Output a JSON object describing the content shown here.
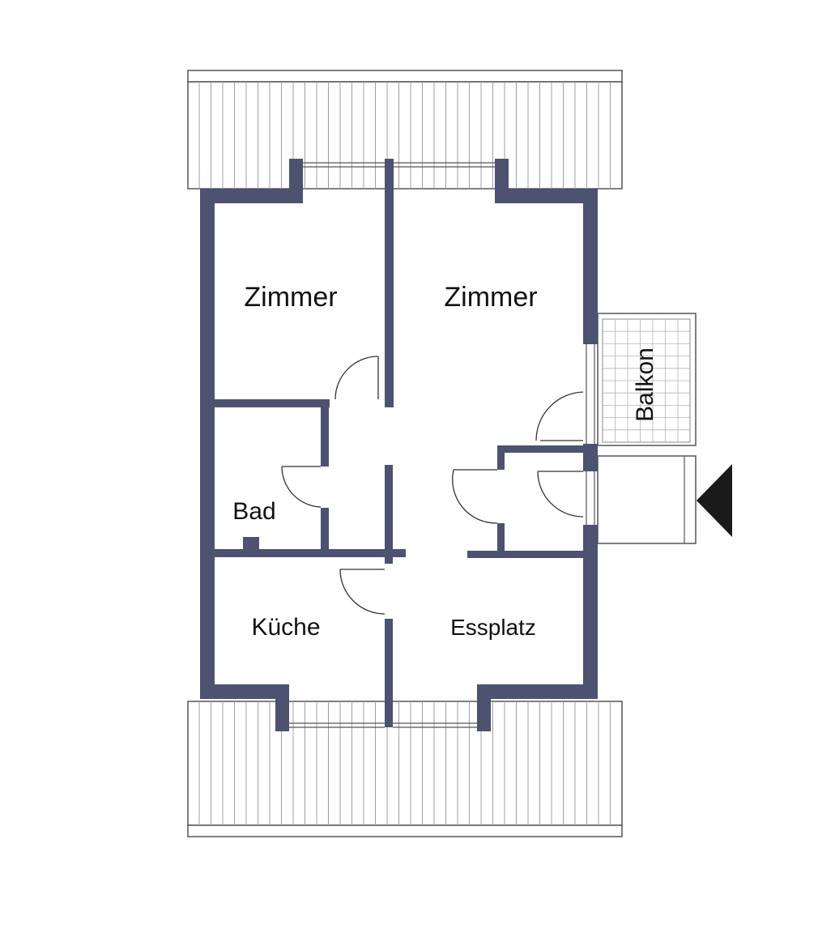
{
  "rooms": {
    "zimmer_left": "Zimmer",
    "zimmer_right": "Zimmer",
    "bad": "Bad",
    "kueche": "Küche",
    "essplatz": "Essplatz",
    "balkon": "Balkon"
  },
  "colors": {
    "wall": "#4c5270",
    "line": "#333333",
    "roof_line": "#9a9a9a",
    "entrance_marker": "#1a1a1a"
  },
  "icons": {
    "entrance": "entrance-arrow-icon"
  }
}
